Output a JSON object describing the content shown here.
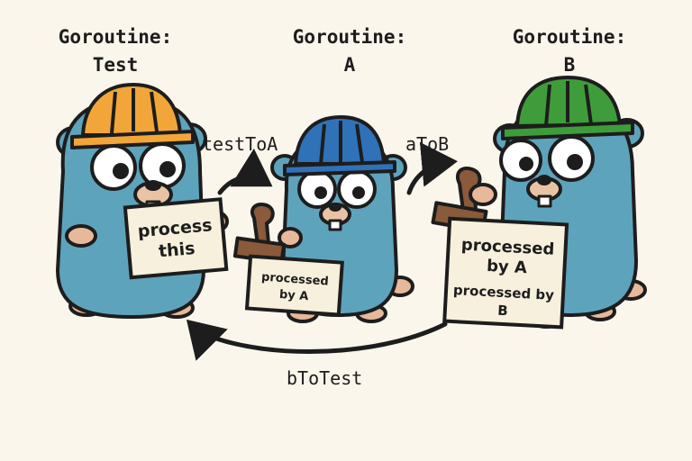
{
  "goroutines": {
    "test": {
      "line1": "Goroutine:",
      "line2": "Test",
      "helmet_color": "#f2a63a"
    },
    "a": {
      "line1": "Goroutine:",
      "line2": "A",
      "helmet_color": "#2f72b8"
    },
    "b": {
      "line1": "Goroutine:",
      "line2": "B",
      "helmet_color": "#3e9d3a"
    }
  },
  "channels": {
    "test_to_a": "testToA",
    "a_to_b": "aToB",
    "b_to_test": "bToTest"
  },
  "notes": {
    "test": [
      "process",
      "this"
    ],
    "a": [
      "processed",
      "by A"
    ],
    "b": [
      "processed",
      "by A",
      "processed by",
      "B"
    ]
  },
  "colors": {
    "gopher_body": "#5ea3bc",
    "outline": "#1d1d1d",
    "paper": "#f6f0dc",
    "background": "#fbf6ec",
    "stamp_wood": "#8a5a3a"
  },
  "icons": [
    "gopher-mascot",
    "hard-hat",
    "rubber-stamp",
    "paper-note",
    "curved-arrow"
  ]
}
